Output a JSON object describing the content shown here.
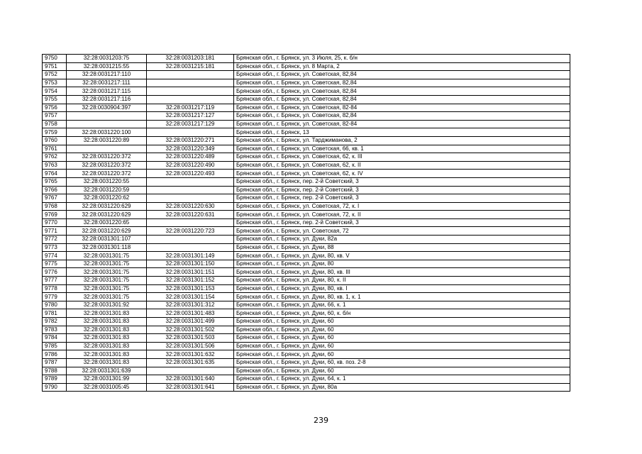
{
  "page_number": "239",
  "rows": [
    [
      "9750",
      "32:28:0031203:75",
      "32:28:0031203:181",
      "Брянская обл., г. Брянск, ул. 3 Июля, 25, к. б/н"
    ],
    [
      "9751",
      "32:28:0031215:55",
      "32:28:0031215:181",
      "Брянская обл., г. Брянск, ул. 8 Марта, 2"
    ],
    [
      "9752",
      "32:28:0031217:110",
      "",
      "Брянская обл., г. Брянск, ул. Советская, 82,84"
    ],
    [
      "9753",
      "32:28:0031217:111",
      "",
      "Брянская обл., г. Брянск, ул. Советская, 82,84"
    ],
    [
      "9754",
      "32:28:0031217:115",
      "",
      "Брянская обл., г. Брянск, ул. Советская, 82,84"
    ],
    [
      "9755",
      "32:28:0031217:116",
      "",
      "Брянская обл., г. Брянск, ул. Советская, 82,84"
    ],
    [
      "9756",
      "32:28:0030904:397",
      "32:28:0031217:119",
      "Брянская обл., г. Брянск, ул. Советская, 82-84"
    ],
    [
      "9757",
      "",
      "32:28:0031217:127",
      "Брянская обл., г. Брянск, ул. Советская, 82,84"
    ],
    [
      "9758",
      "",
      "32:28:0031217:129",
      "Брянская обл., г. Брянск, ул. Советская, 82-84"
    ],
    [
      "9759",
      "32:28:0031220:100",
      "",
      "Брянская обл., г. Брянск, 13"
    ],
    [
      "9760",
      "32:28:0031220:89",
      "32:28:0031220:271",
      "Брянская обл., г. Брянск, ул. Тарджиманова, 2"
    ],
    [
      "9761",
      "",
      "32:28:0031220:349",
      "Брянская обл., г. Брянск, ул. Советская, 66, кв. 1"
    ],
    [
      "9762",
      "32:28:0031220:372",
      "32:28:0031220:489",
      "Брянская обл., г. Брянск, ул. Советская, 62, к. III"
    ],
    [
      "9763",
      "32:28:0031220:372",
      "32:28:0031220:490",
      "Брянская обл., г. Брянск, ул. Советская, 62, к. II"
    ],
    [
      "9764",
      "32:28:0031220:372",
      "32:28:0031220:493",
      "Брянская обл., г. Брянск, ул. Советская, 62, к. IV"
    ],
    [
      "9765",
      "32:28:0031220:55",
      "",
      "Брянская обл., г. Брянск, пер. 2-й Советский, 3"
    ],
    [
      "9766",
      "32:28:0031220:59",
      "",
      "Брянская обл., г. Брянск, пер. 2-й Советский, 3"
    ],
    [
      "9767",
      "32:28:0031220:62",
      "",
      "Брянская обл., г. Брянск, пер. 2-й Советский, 3"
    ],
    [
      "9768",
      "32:28:0031220:629",
      "32:28:0031220:630",
      "Брянская обл., г. Брянск, ул. Советская, 72, к. I"
    ],
    [
      "9769",
      "32:28:0031220:629",
      "32:28:0031220:631",
      "Брянская обл., г. Брянск, ул. Советская, 72, к. II"
    ],
    [
      "9770",
      "32:28:0031220:65",
      "",
      "Брянская обл., г. Брянск, пер. 2-й Советский, 3"
    ],
    [
      "9771",
      "32:28:0031220:629",
      "32:28:0031220:723",
      "Брянская обл., г. Брянск, ул. Советская, 72"
    ],
    [
      "9772",
      "32:28:0031301:107",
      "",
      "Брянская обл., г. Брянск, ул. Дуки, 82а"
    ],
    [
      "9773",
      "32:28:0031301:118",
      "",
      "Брянская обл., г. Брянск, ул. Дуки, 88"
    ],
    [
      "9774",
      "32:28:0031301:75",
      "32:28:0031301:149",
      "Брянская обл., г. Брянск, ул. Дуки, 80, кв. V"
    ],
    [
      "9775",
      "32:28:0031301:75",
      "32:28:0031301:150",
      "Брянская обл., г. Брянск, ул. Дуки, 80"
    ],
    [
      "9776",
      "32:28:0031301:75",
      "32:28:0031301:151",
      "Брянская обл., г. Брянск, ул. Дуки, 80, кв. III"
    ],
    [
      "9777",
      "32:28:0031301:75",
      "32:28:0031301:152",
      "Брянская обл., г. Брянск, ул. Дуки, 80, к. II"
    ],
    [
      "9778",
      "32:28:0031301:75",
      "32:28:0031301:153",
      "Брянская обл., г. Брянск, ул. Дуки, 80, кв. I"
    ],
    [
      "9779",
      "32:28:0031301:75",
      "32:28:0031301:154",
      "Брянская обл., г. Брянск, ул. Дуки, 80, кв. 1, к. 1"
    ],
    [
      "9780",
      "32:28:0031301:92",
      "32:28:0031301:312",
      "Брянская обл., г. Брянск, ул. Дуки, 66, к. 1"
    ],
    [
      "9781",
      "32:28:0031301:83",
      "32:28:0031301:483",
      "Брянская обл., г. Брянск, ул. Дуки, 60, к. б/н"
    ],
    [
      "9782",
      "32:28:0031301:83",
      "32:28:0031301:499",
      "Брянская обл., г. Брянск, ул. Дуки, 60"
    ],
    [
      "9783",
      "32:28:0031301:83",
      "32:28:0031301:502",
      "Брянская обл., г. Брянск, ул. Дуки, 60"
    ],
    [
      "9784",
      "32:28:0031301:83",
      "32:28:0031301:503",
      "Брянская обл., г. Брянск, ул. Дуки, 60"
    ],
    [
      "9785",
      "32:28:0031301:83",
      "32:28:0031301:506",
      "Брянская обл., г. Брянск, ул. Дуки, 60"
    ],
    [
      "9786",
      "32:28:0031301:83",
      "32:28:0031301:632",
      "Брянская обл., г. Брянск, ул. Дуки, 60"
    ],
    [
      "9787",
      "32:28:0031301:83",
      "32:28:0031301:635",
      "Брянская обл., г. Брянск, ул. Дуки, 60, кв. поз. 2-8"
    ],
    [
      "9788",
      "32:28:0031301:639",
      "",
      "Брянская обл., г. Брянск, ул. Дуки, 60"
    ],
    [
      "9789",
      "32:28:0031301:99",
      "32:28:0031301:640",
      "Брянская обл., г. Брянск, ул. Дуки, 64, к. 1"
    ],
    [
      "9790",
      "32:28:0031005:45",
      "32:28:0031301:641",
      "Брянская обл., г. Брянск, ул. Дуки, 80а"
    ]
  ]
}
